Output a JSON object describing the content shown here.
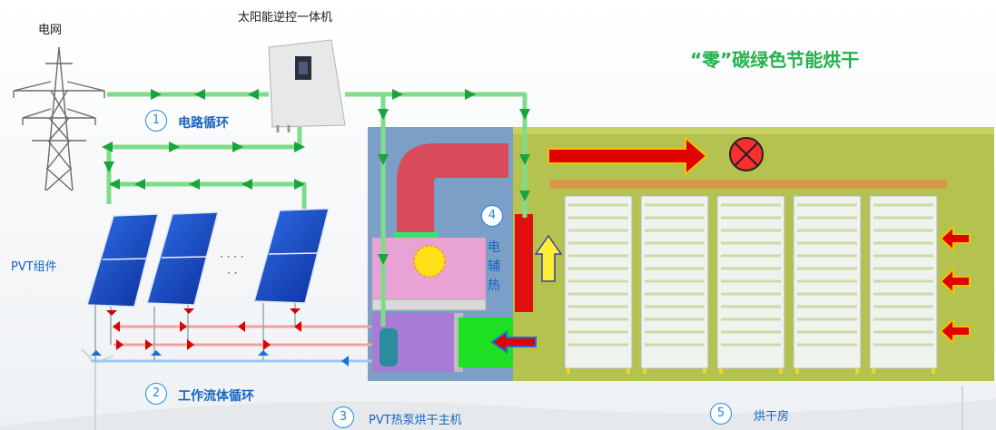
{
  "labels": {
    "grid": "电网",
    "inverter": "太阳能逆控一体机",
    "title": "“零”碳绿色节能烘干",
    "circuit_num": "1",
    "circuit": "电路循环",
    "pvt": "PVT组件",
    "fluid_num": "2",
    "fluid": "工作流体循环",
    "heatpump_num": "3",
    "heatpump": "PVT热泵烘干主机",
    "aux_num": "4",
    "aux": "电辅热",
    "room_num": "5",
    "room": "烘干房",
    "dots1": "· · · ·",
    "dots2": "· ·"
  },
  "colors": {
    "green_line": "#7fdc8a",
    "green_arrow": "#19a33b",
    "red_arrow": "#e00000",
    "room_fill": "#b4c24f",
    "unit_fill": "#7b9fc7"
  },
  "icons": [
    "power-tower-icon",
    "inverter-icon",
    "solar-panel-icon",
    "sun-icon",
    "fan-off-icon",
    "up-arrow-icon",
    "compressor-icon"
  ]
}
